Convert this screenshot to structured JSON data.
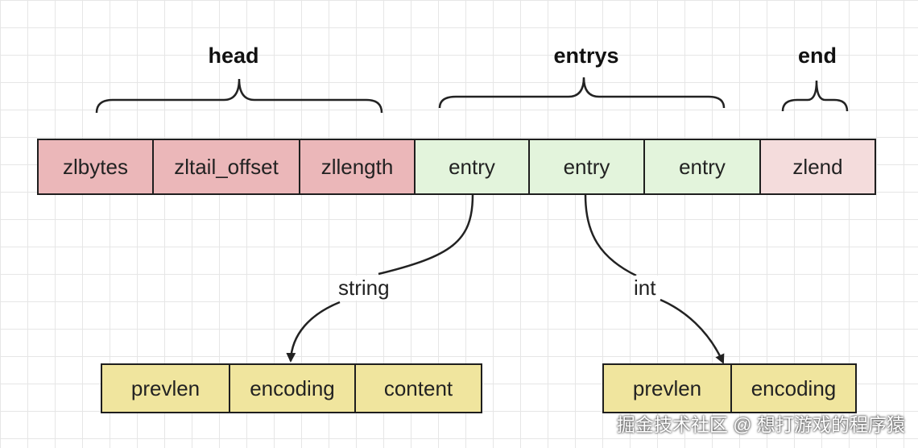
{
  "groups": {
    "head": "head",
    "entrys": "entrys",
    "end": "end"
  },
  "ziplist": [
    "zlbytes",
    "zltail_offset",
    "zllength",
    "entry",
    "entry",
    "entry",
    "zlend"
  ],
  "edges": {
    "string": "string",
    "int": "int"
  },
  "string_entry": [
    "prevlen",
    "encoding",
    "content"
  ],
  "int_entry": [
    "prevlen",
    "encoding"
  ],
  "watermark": "掘金技术社区 @ 想打游戏的程序猿"
}
